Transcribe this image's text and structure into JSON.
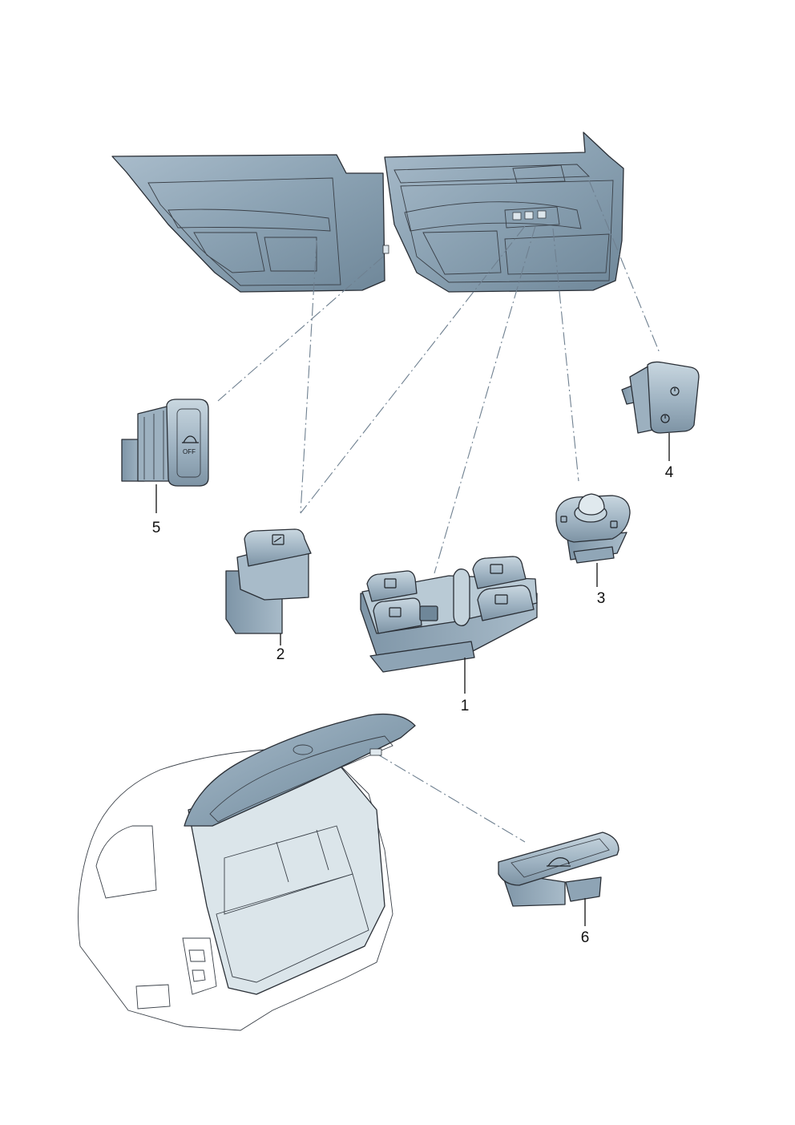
{
  "diagram": {
    "callouts": [
      {
        "id": "1",
        "label": "1"
      },
      {
        "id": "2",
        "label": "2"
      },
      {
        "id": "3",
        "label": "3"
      },
      {
        "id": "4",
        "label": "4"
      },
      {
        "id": "5",
        "label": "5"
      },
      {
        "id": "6",
        "label": "6"
      }
    ],
    "switch_markings": {
      "switch_5_text": "OFF"
    },
    "colors": {
      "part_dark": "#8fa6b6",
      "part_mid": "#b3c6d2",
      "part_light": "#d9e4eb",
      "body_light": "#e9eef1",
      "leader_dash": "#6f8090"
    }
  }
}
